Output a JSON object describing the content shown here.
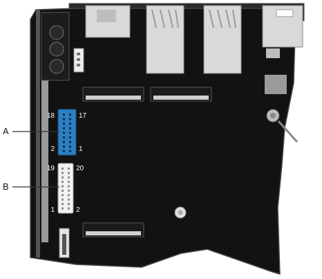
{
  "callouts": {
    "a": "A",
    "b": "B"
  },
  "header_a": {
    "pin_top_left": "18",
    "pin_top_right": "17",
    "pin_bottom_left": "2",
    "pin_bottom_right": "1",
    "color": "#2b7fc3"
  },
  "header_b": {
    "pin_top_left": "19",
    "pin_top_right": "20",
    "pin_bottom_left": "1",
    "pin_bottom_right": "2",
    "color": "#f2f2f2"
  },
  "colors": {
    "board": "#121212",
    "metal": "#d9d9d9",
    "outline": "#4a4a4a"
  }
}
